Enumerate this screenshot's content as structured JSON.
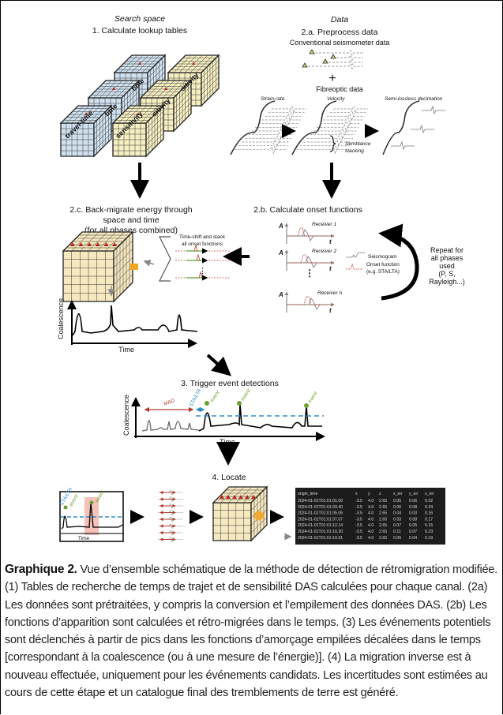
{
  "figure": {
    "search_space": {
      "heading": "Search space",
      "step": "1. Calculate lookup tables",
      "cube_labels": [
        "travel-time",
        "time",
        "time",
        "sensitivity",
        "sitivity",
        "sitivity"
      ],
      "colors": {
        "travel_time": "#cfe0ee",
        "sensitivity": "#f6efc2"
      }
    },
    "data": {
      "heading": "Data",
      "step": "2.a. Preprocess data",
      "conventional": "Conventional seismometer data",
      "plus": "+",
      "fibreoptic": "Fibreoptic data",
      "strain_rate": "Strain-rate",
      "velocity": "Velocity",
      "decimation": "Semi-lossless decimation",
      "semblance_1": "Semblance",
      "semblance_2": "stacking"
    },
    "backmigrate": {
      "line1": "2.c. Back-migrate energy through",
      "line2": "space and time",
      "line3": "(for all phases combined)",
      "stack_1": "Time-shift and stack",
      "stack_2": "all onset functions",
      "ylabel": "Coalescence",
      "xlabel": "Time"
    },
    "onset": {
      "title": "2.b. Calculate onset functions",
      "axis_a": "A",
      "axis_t": "t",
      "receivers": [
        "Receiver 1",
        "Receiver 2",
        "Receiver n"
      ],
      "legend_seismogram": "Seismogram",
      "legend_onset_1": "Onset function",
      "legend_onset_2": "(e.g. STA/LTA)",
      "repeat": [
        "Repeat for",
        "all phases",
        "used",
        "(P, S,",
        "Rayleigh...)"
      ]
    },
    "trigger": {
      "title": "3. Trigger event detections",
      "ylabel": "Coalescence",
      "xlabel": "Time",
      "mad": "MAD",
      "sta_lta": "STA/LTA",
      "event": "event",
      "colors": {
        "mad": "#b23a2a",
        "threshold": "#2f8fc4",
        "event": "#6aa12f"
      }
    },
    "locate": {
      "title": "4. Locate",
      "xlabel": "Time",
      "sta_lta": "STA/LTA",
      "event": "event",
      "table": {
        "columns": [
          "origin_time",
          "x",
          "y",
          "z",
          "x_err",
          "y_err",
          "z_err"
        ],
        "rows": [
          [
            "2024-01-01T01:01:01.00",
            "-3.5",
            "4.0",
            "2.65",
            "0.05",
            "0.06",
            "0.22"
          ],
          [
            "2024-01-01T01:01:03.40",
            "-3.5",
            "4.0",
            "2.65",
            "0.06",
            "0.08",
            "0.24"
          ],
          [
            "2024-01-01T01:01:05.06",
            "-3.5",
            "4.0",
            "2.65",
            "0.04",
            "0.03",
            "0.16"
          ],
          [
            "2024-01-01T01:01:07.07",
            "-3.5",
            "4.0",
            "2.65",
            "0.03",
            "0.08",
            "0.17"
          ],
          [
            "2024-01-01T01:01:12.14",
            "-3.5",
            "4.0",
            "2.65",
            "0.07",
            "0.05",
            "0.15"
          ],
          [
            "2024-01-01T01:01:16.20",
            "-3.5",
            "4.0",
            "2.65",
            "0.11",
            "0.07",
            "0.23"
          ],
          [
            "2024-01-01T01:01:19.31",
            "-3.5",
            "4.0",
            "2.65",
            "0.06",
            "0.04",
            "0.19"
          ]
        ]
      }
    }
  },
  "caption": {
    "label": "Graphique 2.",
    "text": " Vue d’ensemble schématique de la méthode de détection de rétromigration modifiée. (1) Tables de recherche de temps de trajet et de sensibilité DAS calculées pour chaque canal. (2a) Les données sont prétraitées, y compris la conversion et l’empilement des données DAS. (2b) Les fonctions d’apparition sont calculées et rétro-migrées dans le temps. (3) Les événements potentiels sont déclenchés à partir de pics dans les fonctions d’amorçage empilées décalées dans le temps [correspondant à la coalescence (ou à une mesure de l’énergie)]. (4) La migration inverse est à nouveau effectuée, uniquement pour les événements candidats. Les incertitudes sont estimées au cours de cette étape et un catalogue final des tremblements de terre est généré."
  }
}
